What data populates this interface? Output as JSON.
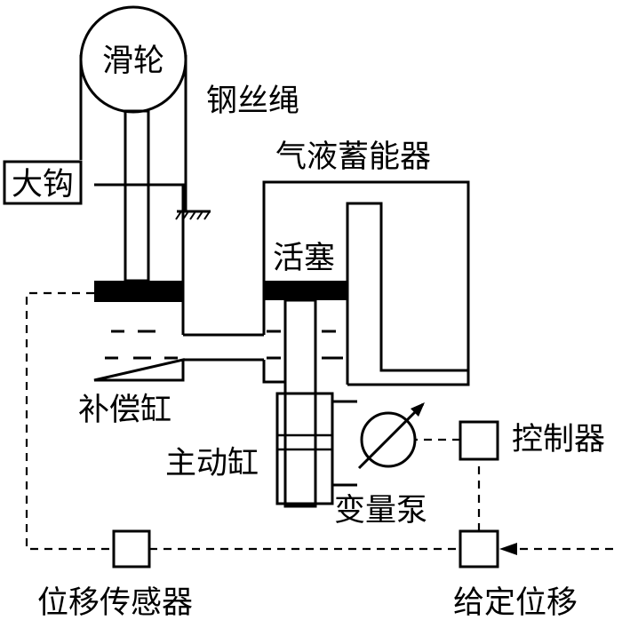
{
  "labels": {
    "pulley": "滑轮",
    "wire_rope": "钢丝绳",
    "hook": "大钩",
    "accumulator": "气液蓄能器",
    "piston": "活塞",
    "compensation_cylinder": "补偿缸",
    "master_cylinder": "主动缸",
    "variable_pump": "变量泵",
    "controller": "控制器",
    "displacement_sensor": "位移传感器",
    "setpoint_displacement": "给定位移"
  }
}
